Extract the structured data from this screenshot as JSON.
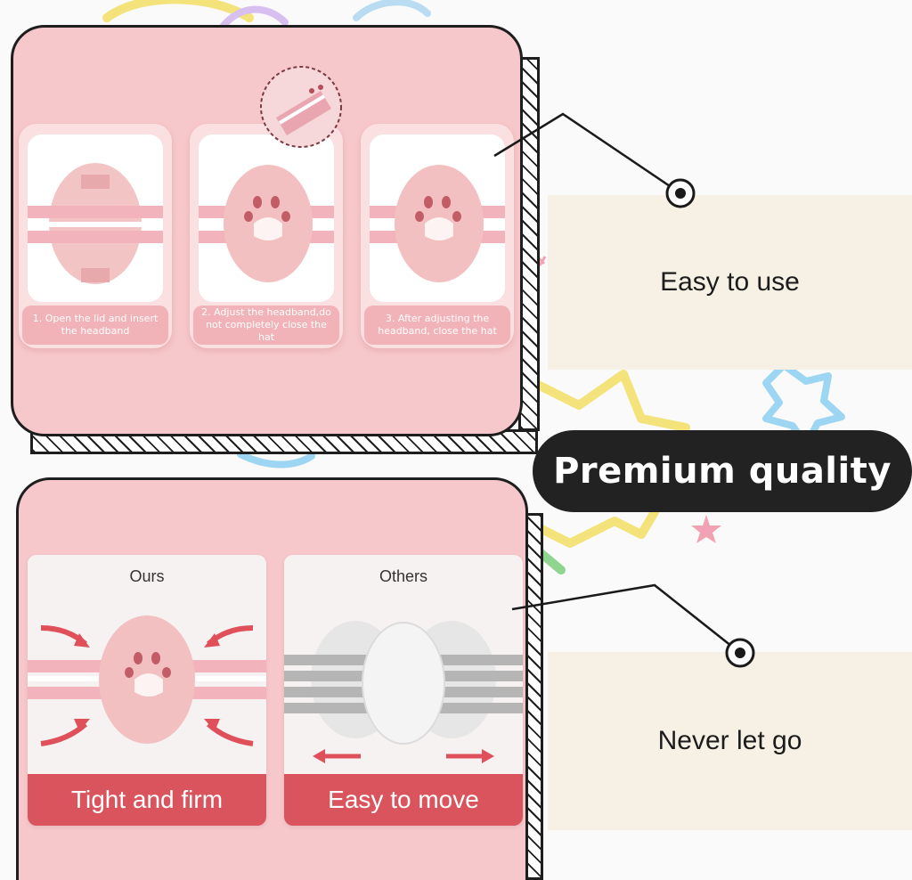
{
  "steps": [
    {
      "caption": "1. Open the lid and insert the headband"
    },
    {
      "caption": "2. Adjust the headband,do not completely close the hat"
    },
    {
      "caption": "3. After adjusting the headband, close the hat"
    }
  ],
  "comparison": {
    "ours": {
      "label": "Ours",
      "banner": "Tight and firm"
    },
    "others": {
      "label": "Others",
      "banner": "Easy to move"
    }
  },
  "notes": {
    "top": "Easy to use",
    "bottom": "Never let go"
  },
  "badge": "Premium quality",
  "colors": {
    "panel_pink": "#f7c8cb",
    "banner_red": "#d9545c",
    "arrow_red": "#e0505a",
    "note_cream": "#f6f1e4",
    "badge_dark": "#222222"
  }
}
